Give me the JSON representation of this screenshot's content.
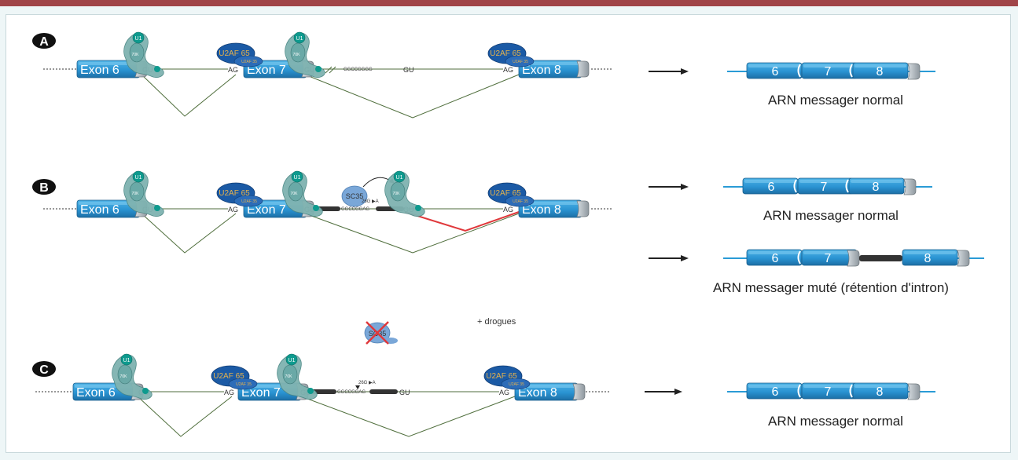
{
  "panels": {
    "a": "A",
    "b": "B",
    "c": "C"
  },
  "exons": {
    "e6": "Exon 6",
    "e7": "Exon 7",
    "e8": "Exon 8"
  },
  "mrna_numbers": [
    "6",
    "7",
    "8"
  ],
  "splice": {
    "gu": "GU",
    "ag": "AG",
    "seq_a": "GGCCGGGG",
    "seq_b": "GGCCGGAG",
    "mut": "26G ▶A"
  },
  "factors": {
    "u1": "U1",
    "k70": "70K",
    "u2af65": "U2AF 65",
    "u2af35": "U2AF 35",
    "sc35": "SC35"
  },
  "captions": {
    "normal": "ARN messager normal",
    "mutated": "ARN messager muté (rétention d'intron)"
  },
  "drugs": "+ drogues",
  "colors": {
    "exon": "#2a93d2",
    "exon_dark": "#1c6fa6",
    "cap": "#b7bec4",
    "u1": "#0e9a8e",
    "snrnp": "#5fa6a5",
    "u2af": "#1b5aa5",
    "sc35": "#7aa7d8",
    "red": "#e0383b",
    "line": "#4f6e3c"
  }
}
